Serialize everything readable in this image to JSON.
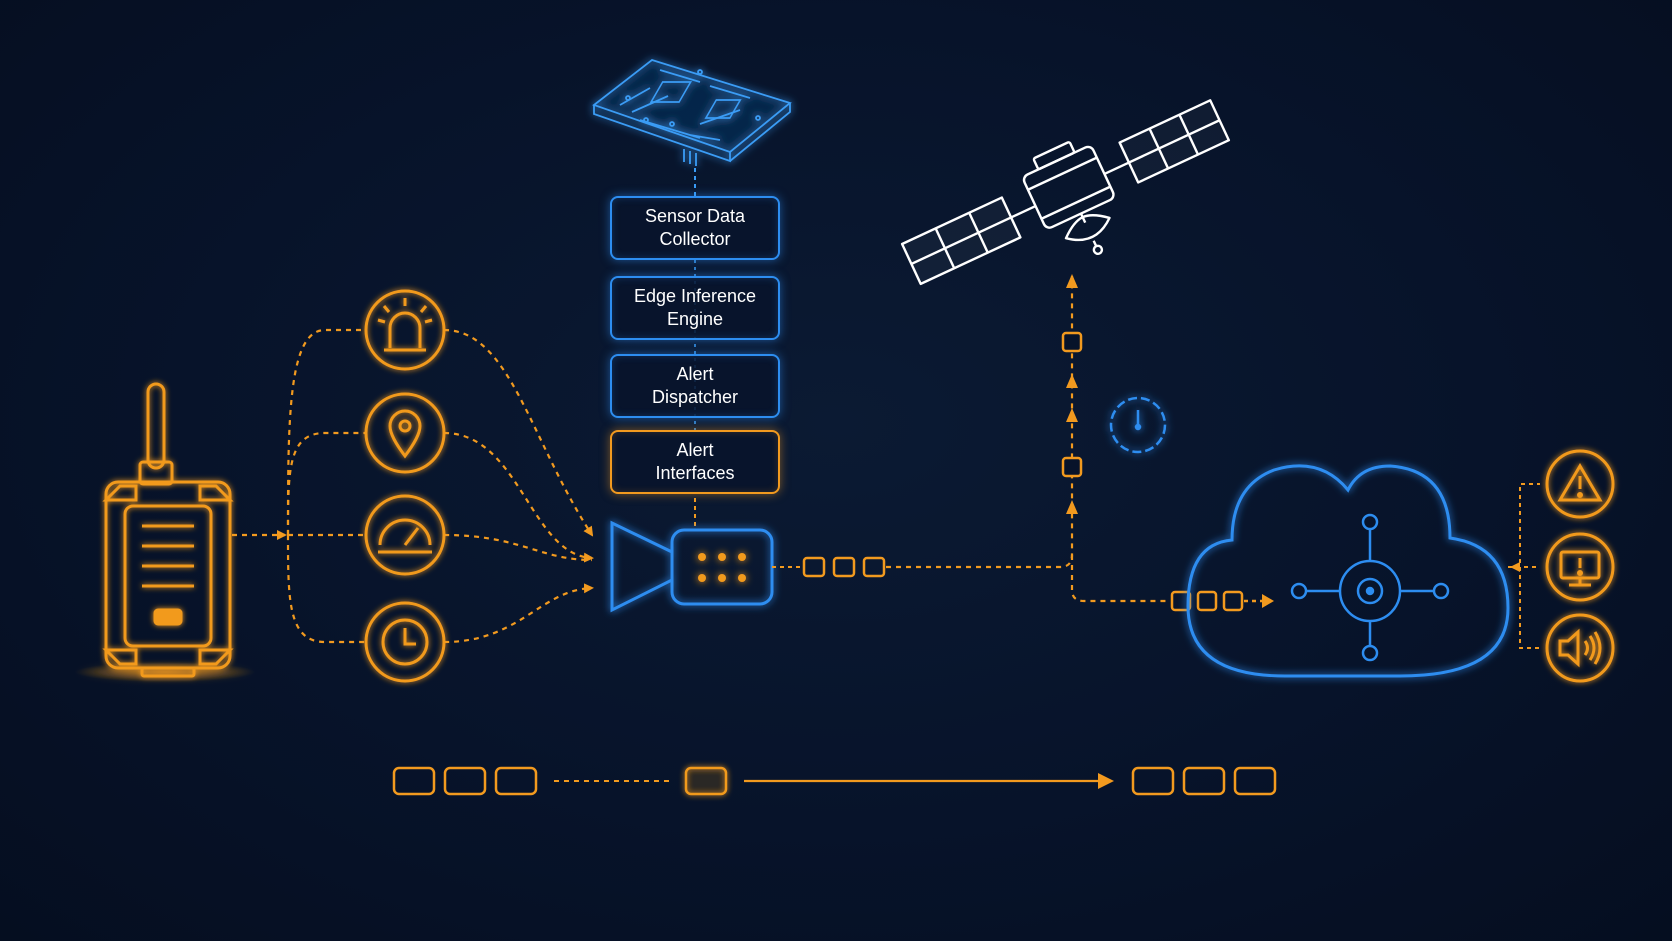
{
  "diagram": {
    "processing_stack": [
      {
        "label": "Sensor Data\nCollector",
        "style": "blue"
      },
      {
        "label": "Edge Inference\nEngine",
        "style": "blue"
      },
      {
        "label": "Alert\nDispatcher",
        "style": "blue"
      },
      {
        "label": "Alert\nInterfaces",
        "style": "orange"
      }
    ],
    "sensor_icons": [
      "siren-icon",
      "location-pin-icon",
      "speedometer-icon",
      "clock-icon"
    ],
    "alert_output_icons": [
      "warning-icon",
      "monitor-alert-icon",
      "speaker-icon"
    ],
    "colors": {
      "background": "#061229",
      "accent_orange": "#f29a1f",
      "accent_blue": "#2d8df0",
      "satellite": "#ffffff"
    }
  }
}
